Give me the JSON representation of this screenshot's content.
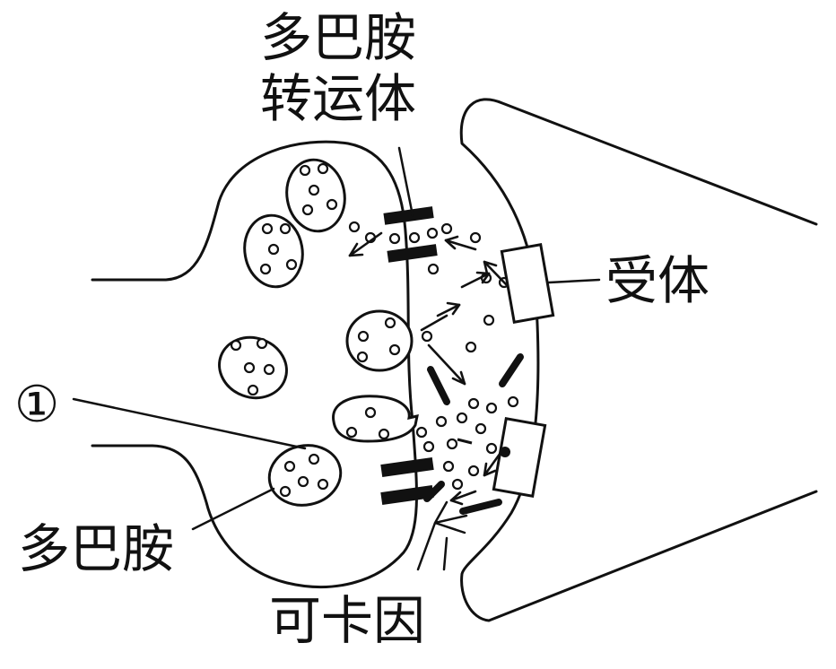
{
  "labels": {
    "transporter_line1": "多巴胺",
    "transporter_line2": "转运体",
    "receptor": "受体",
    "marker": "①",
    "dopamine": "多巴胺",
    "cocaine": "可卡因"
  },
  "colors": {
    "ink": "#111111",
    "background": "#ffffff"
  }
}
